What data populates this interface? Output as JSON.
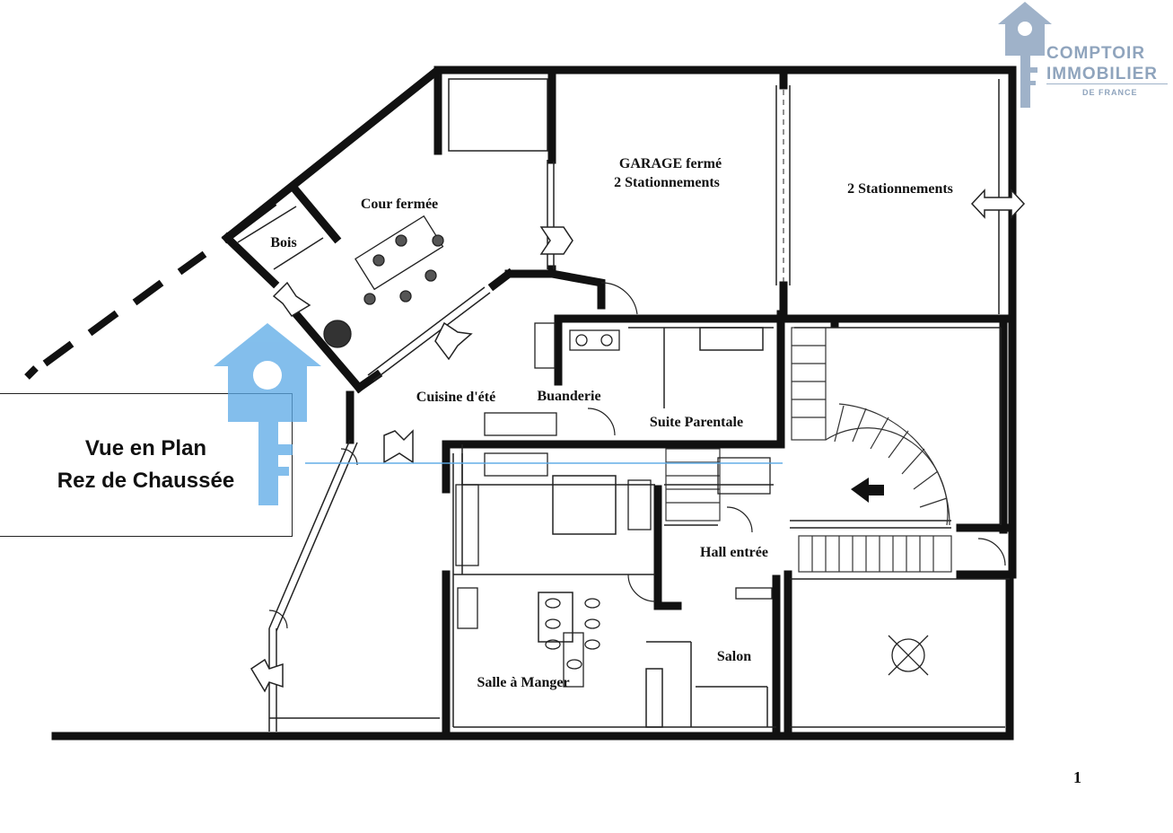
{
  "plan": {
    "title_line1": "Vue en Plan",
    "title_line2": "Rez de Chaussée",
    "page_number": "1"
  },
  "rooms": {
    "garage": "GARAGE fermé",
    "garage_sub": "2 Stationnements",
    "parking": "2 Stationnements",
    "cour": "Cour fermée",
    "bois": "Bois",
    "cuisine_ete": "Cuisine d'été",
    "buanderie": "Buanderie",
    "suite": "Suite Parentale",
    "hall": "Hall entrée",
    "salon": "Salon",
    "salle_manger": "Salle à Manger"
  },
  "logo": {
    "line1": "COMPTOIR",
    "line2": "IMMOBILIER",
    "line3": "DE FRANCE",
    "color": "#8fa4bd"
  },
  "watermark": {
    "color": "#5aa9e6"
  }
}
